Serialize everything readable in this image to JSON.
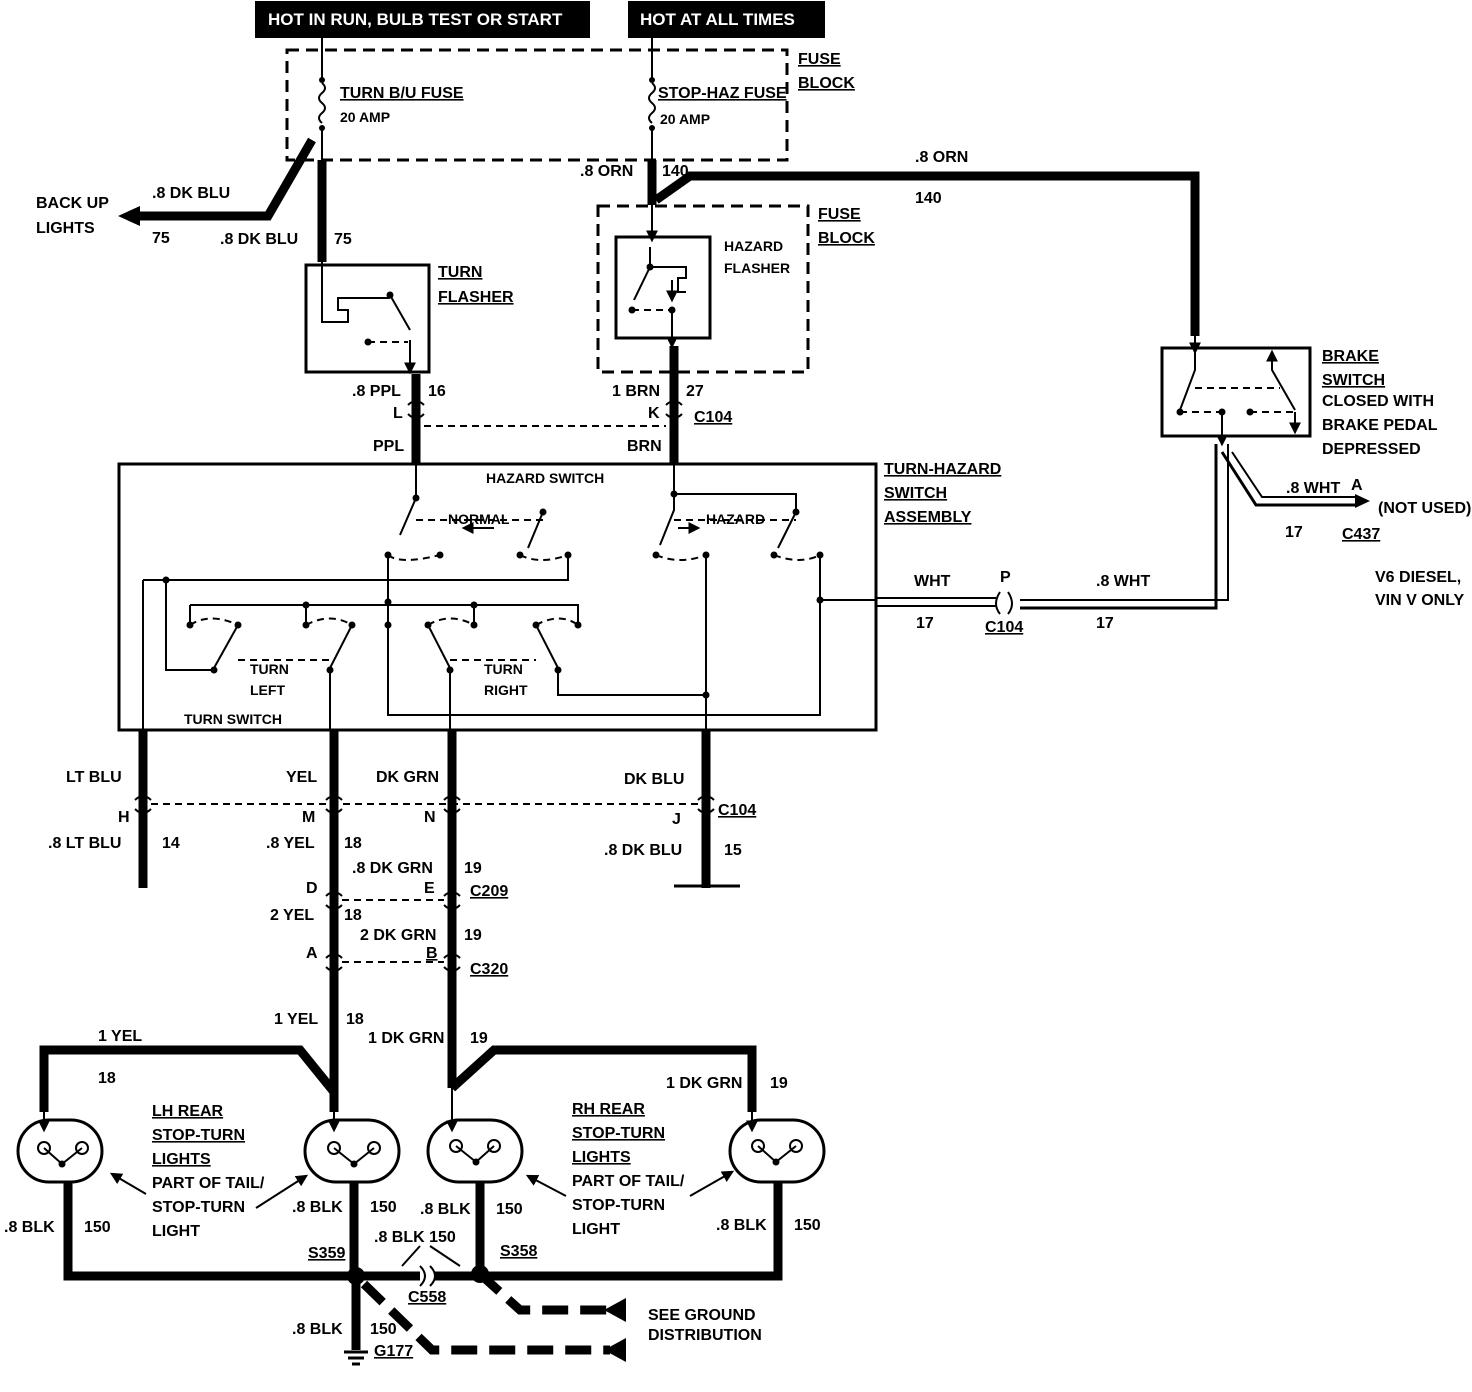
{
  "banners": {
    "hot_run": "HOT IN RUN,  BULB TEST OR START",
    "hot_all": "HOT AT ALL TIMES"
  },
  "fuse_block_top": {
    "line1": "FUSE",
    "line2": "BLOCK"
  },
  "turn_fuse": {
    "name": "TURN B/U FUSE",
    "rating": "20 AMP"
  },
  "stop_fuse": {
    "name": "STOP-HAZ FUSE",
    "rating": "20 AMP"
  },
  "backup": {
    "dest_line1": "BACK UP",
    "dest_line2": "LIGHTS",
    "wire_a": ".8 DK BLU",
    "circuit_a": "75",
    "wire_b": ".8 DK BLU",
    "circuit_b": "75"
  },
  "orn_wire": {
    "left_label": ".8 ORN",
    "left_circuit": "140",
    "top_label": ".8 ORN",
    "top_circuit": "140"
  },
  "fuse_block_mid": {
    "line1": "FUSE",
    "line2": "BLOCK"
  },
  "turn_flasher": {
    "line1": "TURN",
    "line2": "FLASHER"
  },
  "hazard_flasher": {
    "line1": "HAZARD",
    "line2": "FLASHER"
  },
  "brake_switch": {
    "title1": "BRAKE",
    "title2": "SWITCH",
    "desc1": "CLOSED WITH",
    "desc2": "BRAKE PEDAL",
    "desc3": "DEPRESSED"
  },
  "c104_top": {
    "ppl_wire": ".8 PPL",
    "ppl_circuit": "16",
    "ppl_pin": "L",
    "ppl_color": "PPL",
    "brn_wire": "1 BRN",
    "brn_circuit": "27",
    "brn_pin": "K",
    "brn_color": "BRN",
    "conn": "C104"
  },
  "switch_assembly": {
    "title1": "TURN-HAZARD",
    "title2": "SWITCH",
    "title3": "ASSEMBLY",
    "hazard_switch": "HAZARD SWITCH",
    "normal": "NORMAL",
    "hazard": "HAZARD",
    "turn_left1": "TURN",
    "turn_left2": "LEFT",
    "turn_right1": "TURN",
    "turn_right2": "RIGHT",
    "turn_switch": "TURN SWITCH"
  },
  "wht_wire": {
    "color": "WHT",
    "circuit_in": "17",
    "pin": "P",
    "conn": "C104",
    "out_wire": ".8 WHT",
    "out_circuit": "17"
  },
  "c437": {
    "wire": ".8 WHT",
    "pin": "A",
    "note": "(NOT USED)",
    "circuit": "17",
    "conn": "C437",
    "vin1": "V6 DIESEL,",
    "vin2": "VIN V ONLY"
  },
  "c104_bottom": {
    "lt_blu": "LT BLU",
    "yel": "YEL",
    "dk_grn": "DK GRN",
    "dk_blu": "DK BLU",
    "pin_h": "H",
    "pin_m": "M",
    "pin_n": "N",
    "pin_j": "J",
    "conn": "C104",
    "lt_blu_wire": ".8 LT BLU",
    "lt_blu_circuit": "14",
    "yel_wire": ".8 YEL",
    "yel_circuit": "18",
    "dk_grn_wire": ".8 DK GRN",
    "dk_grn_circuit": "19",
    "dk_blu_wire": ".8 DK BLU",
    "dk_blu_circuit": "15"
  },
  "c209": {
    "pin_d": "D",
    "pin_e": "E",
    "conn": "C209",
    "yel_wire": "2 YEL",
    "yel_circuit": "18",
    "grn_wire": "2 DK GRN",
    "grn_circuit": "19"
  },
  "c320": {
    "pin_a": "A",
    "pin_b": "B",
    "conn": "C320"
  },
  "rear_left": {
    "yel_wire": "1 YEL",
    "yel_circuit": "18",
    "top_wire": "1 YEL",
    "top_circuit": "18",
    "title1": "LH REAR",
    "title2": "STOP-TURN",
    "title3": "LIGHTS",
    "part1": "PART OF TAIL/",
    "part2": "STOP-TURN",
    "part3": "LIGHT",
    "blk_outer": ".8 BLK",
    "blk_outer_circuit": "150",
    "blk_inner": ".8 BLK",
    "blk_inner_circuit": "150"
  },
  "rear_right": {
    "grn_wire": "1 DK GRN",
    "grn_circuit": "19",
    "top_wire": "1 DK GRN",
    "top_circuit": "19",
    "title1": "RH REAR",
    "title2": "STOP-TURN",
    "title3": "LIGHTS",
    "part1": "PART OF TAIL/",
    "part2": "STOP-TURN",
    "part3": "LIGHT",
    "blk_inner": ".8 BLK",
    "blk_inner_circuit": "150",
    "blk_outer": ".8 BLK",
    "blk_outer_circuit": "150"
  },
  "ground": {
    "s359": "S359",
    "s358": "S358",
    "c558": "C558",
    "g177": "G177",
    "mid_wire": ".8 BLK 150",
    "gnd_wire": ".8 BLK",
    "gnd_circuit": "150",
    "see1": "SEE GROUND",
    "see2": "DISTRIBUTION"
  }
}
